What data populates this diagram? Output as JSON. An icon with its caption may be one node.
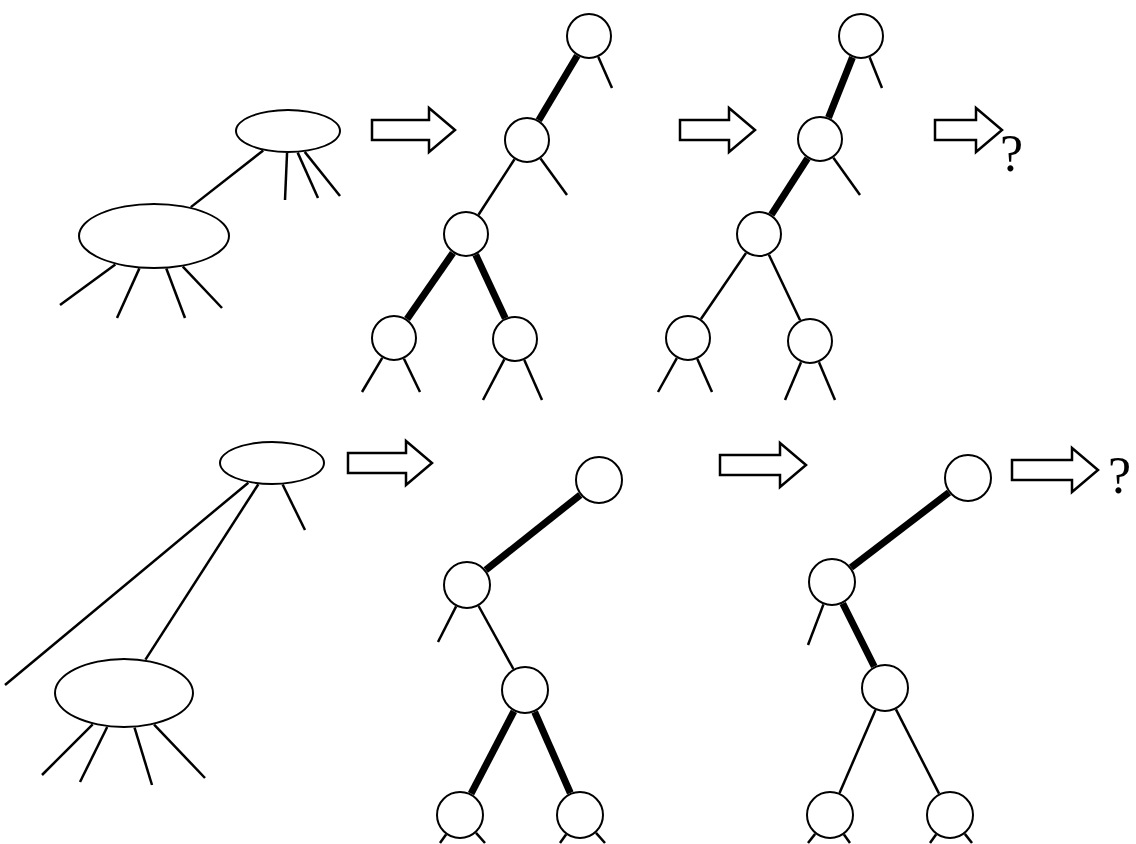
{
  "diagram": {
    "nodes": [
      {
        "text": [],
        "shape": "ellipse"
      },
      {
        "text": [],
        "shape": "ellipse"
      },
      {
        "text": [],
        "shape": "circle"
      },
      {
        "text": [],
        "shape": "circle"
      },
      {
        "text": [],
        "shape": "circle"
      },
      {
        "text": [],
        "shape": "circle"
      },
      {
        "text": [],
        "shape": "circle"
      },
      {
        "text": [],
        "shape": "circle"
      },
      {
        "text": [],
        "shape": "circle"
      },
      {
        "text": [],
        "shape": "circle"
      },
      {
        "text": [],
        "shape": "circle"
      },
      {
        "text": [],
        "shape": "circle"
      },
      {
        "text": [],
        "shape": "ellipse"
      },
      {
        "text": [],
        "shape": "ellipse"
      },
      {
        "text": [],
        "shape": "circle"
      },
      {
        "text": [],
        "shape": "circle"
      },
      {
        "text": [],
        "shape": "circle"
      },
      {
        "text": [],
        "shape": "circle"
      },
      {
        "text": [],
        "shape": "circle"
      },
      {
        "text": [],
        "shape": "circle"
      },
      {
        "text": [],
        "shape": "circle"
      },
      {
        "text": [],
        "shape": "circle"
      },
      {
        "text": [],
        "shape": "circle"
      },
      {
        "text": [],
        "shape": "circle"
      }
    ],
    "edges": [
      {
        "from": 0,
        "to": 1,
        "arrow": "none"
      },
      {
        "from": 0,
        "to": null,
        "arrow": "none"
      },
      {
        "from": 0,
        "to": null,
        "arrow": "none"
      },
      {
        "from": 0,
        "to": null,
        "arrow": "none"
      },
      {
        "from": 1,
        "to": null,
        "arrow": "none"
      },
      {
        "from": 1,
        "to": null,
        "arrow": "none"
      },
      {
        "from": 1,
        "to": null,
        "arrow": "none"
      },
      {
        "from": 1,
        "to": null,
        "arrow": "none"
      },
      {
        "from": 2,
        "to": 3,
        "arrow": "none",
        "style": "thick"
      },
      {
        "from": 3,
        "to": 4,
        "arrow": "none"
      },
      {
        "from": 4,
        "to": 5,
        "arrow": "none",
        "style": "thick"
      },
      {
        "from": 4,
        "to": 6,
        "arrow": "none",
        "style": "thick"
      },
      {
        "from": 2,
        "to": null,
        "arrow": "none"
      },
      {
        "from": 3,
        "to": null,
        "arrow": "none"
      },
      {
        "from": 5,
        "to": null,
        "arrow": "none"
      },
      {
        "from": 5,
        "to": null,
        "arrow": "none"
      },
      {
        "from": 6,
        "to": null,
        "arrow": "none"
      },
      {
        "from": 6,
        "to": null,
        "arrow": "none"
      },
      {
        "from": 7,
        "to": 8,
        "arrow": "none",
        "style": "thick"
      },
      {
        "from": 8,
        "to": 9,
        "arrow": "none",
        "style": "thick"
      },
      {
        "from": 9,
        "to": 10,
        "arrow": "none"
      },
      {
        "from": 9,
        "to": 11,
        "arrow": "none"
      },
      {
        "from": 7,
        "to": null,
        "arrow": "none"
      },
      {
        "from": 8,
        "to": null,
        "arrow": "none"
      },
      {
        "from": 10,
        "to": null,
        "arrow": "none"
      },
      {
        "from": 10,
        "to": null,
        "arrow": "none"
      },
      {
        "from": 11,
        "to": null,
        "arrow": "none"
      },
      {
        "from": 11,
        "to": null,
        "arrow": "none"
      },
      {
        "from": 12,
        "to": 13,
        "arrow": "none"
      },
      {
        "from": 12,
        "to": null,
        "arrow": "none"
      },
      {
        "from": 12,
        "to": null,
        "arrow": "none"
      },
      {
        "from": 13,
        "to": null,
        "arrow": "none"
      },
      {
        "from": 13,
        "to": null,
        "arrow": "none"
      },
      {
        "from": 13,
        "to": null,
        "arrow": "none"
      },
      {
        "from": 13,
        "to": null,
        "arrow": "none"
      },
      {
        "from": 14,
        "to": 15,
        "arrow": "none",
        "style": "thick"
      },
      {
        "from": 15,
        "to": 16,
        "arrow": "none"
      },
      {
        "from": 16,
        "to": 17,
        "arrow": "none",
        "style": "thick"
      },
      {
        "from": 16,
        "to": 18,
        "arrow": "none",
        "style": "thick"
      },
      {
        "from": 15,
        "to": null,
        "arrow": "none"
      },
      {
        "from": 17,
        "to": null,
        "arrow": "none"
      },
      {
        "from": 17,
        "to": null,
        "arrow": "none"
      },
      {
        "from": 18,
        "to": null,
        "arrow": "none"
      },
      {
        "from": 18,
        "to": null,
        "arrow": "none"
      },
      {
        "from": 19,
        "to": 20,
        "arrow": "none",
        "style": "thick"
      },
      {
        "from": 20,
        "to": 21,
        "arrow": "none",
        "style": "thick"
      },
      {
        "from": 21,
        "to": 22,
        "arrow": "none"
      },
      {
        "from": 21,
        "to": 23,
        "arrow": "none"
      },
      {
        "from": 20,
        "to": null,
        "arrow": "none"
      },
      {
        "from": 22,
        "to": null,
        "arrow": "none"
      },
      {
        "from": 22,
        "to": null,
        "arrow": "none"
      },
      {
        "from": 23,
        "to": null,
        "arrow": "none"
      },
      {
        "from": 23,
        "to": null,
        "arrow": "none"
      }
    ],
    "labels": [
      "?",
      "?"
    ]
  }
}
